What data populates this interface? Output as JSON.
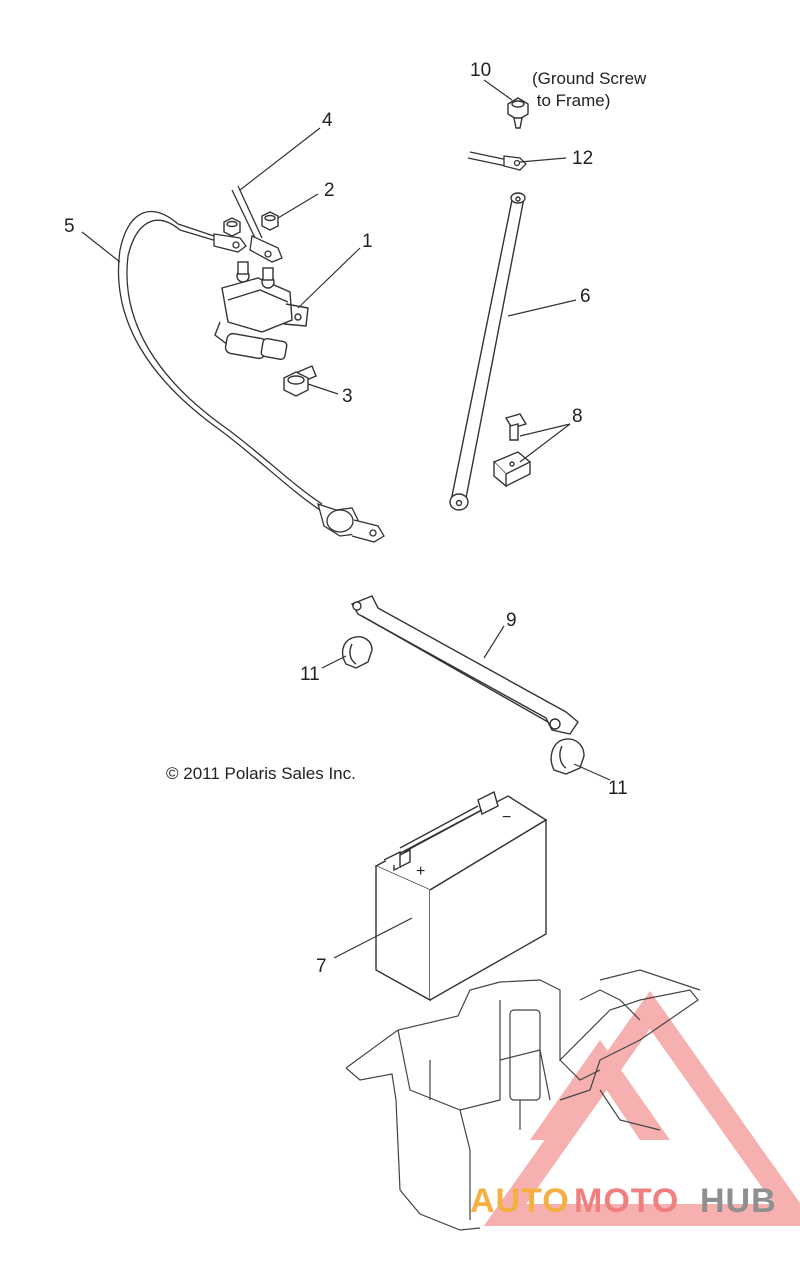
{
  "callouts": {
    "c1": "1",
    "c2": "2",
    "c3": "3",
    "c4": "4",
    "c5": "5",
    "c6": "6",
    "c7": "7",
    "c8": "8",
    "c9": "9",
    "c10": "10",
    "c11a": "11",
    "c11b": "11",
    "c12": "12"
  },
  "note": {
    "line1": "(Ground Screw",
    "line2": " to Frame)"
  },
  "battery_marks": {
    "minus": "−",
    "plus": "+"
  },
  "copyright": "© 2011 Polaris Sales Inc.",
  "watermark": {
    "part1": "AUTO",
    "part2": "MOTO",
    "part3": "HUB",
    "colors": [
      "#f5b041",
      "#f08080",
      "#9a9a9a"
    ]
  }
}
